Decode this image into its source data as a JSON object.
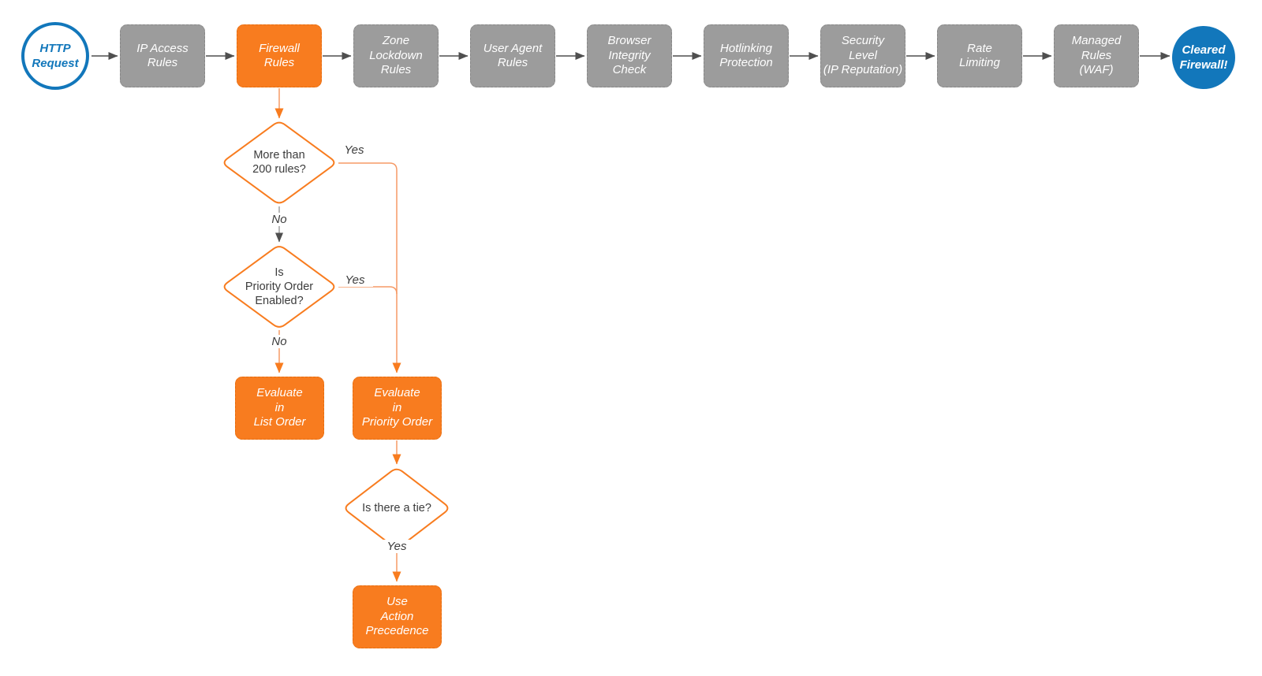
{
  "diagram": {
    "start": {
      "label": "HTTP\nRequest"
    },
    "pipeline": [
      {
        "label": "IP Access\nRules"
      },
      {
        "label": "Firewall\nRules",
        "highlighted": true
      },
      {
        "label": "Zone\nLockdown\nRules"
      },
      {
        "label": "User Agent\nRules"
      },
      {
        "label": "Browser\nIntegrity\nCheck"
      },
      {
        "label": "Hotlinking\nProtection"
      },
      {
        "label": "Security\nLevel\n(IP Reputation)"
      },
      {
        "label": "Rate\nLimiting"
      },
      {
        "label": "Managed\nRules\n(WAF)"
      }
    ],
    "end": {
      "label": "Cleared\nFirewall!"
    },
    "decisions": [
      {
        "label": "More than\n200 rules?"
      },
      {
        "label": "Is\nPriority Order\nEnabled?"
      },
      {
        "label": "Is there a tie?"
      }
    ],
    "actions": [
      {
        "label": "Evaluate\nin\nList Order"
      },
      {
        "label": "Evaluate\nin\nPriority Order"
      },
      {
        "label": "Use\nAction\nPrecedence"
      }
    ],
    "edge_labels": {
      "decision1_yes": "Yes",
      "decision1_no": "No",
      "decision2_yes": "Yes",
      "decision2_no": "No",
      "decision3_yes": "Yes"
    },
    "colors": {
      "node_gray": "#9c9c9c",
      "node_gray_border": "#878787",
      "node_orange": "#f87c1f",
      "node_orange_border": "#e56d10",
      "accent_blue": "#1277bb",
      "arrow_gray": "#4f4f4f",
      "line_gray_light": "#9a9a9a",
      "line_orange_light": "#f59a66",
      "text_white": "#ffffff",
      "text_dark": "#3c3c3c"
    }
  }
}
